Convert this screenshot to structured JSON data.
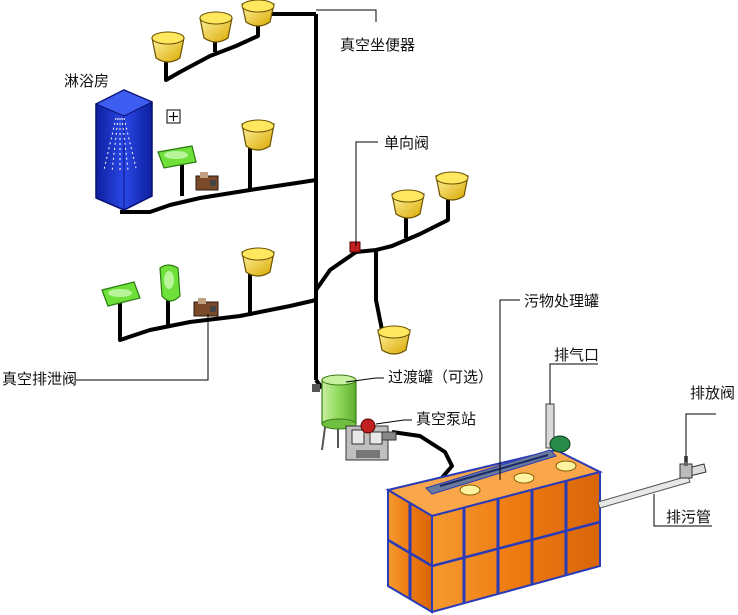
{
  "labels": {
    "vacuum_toilet": "真空坐便器",
    "shower_room": "淋浴房",
    "check_valve": "单向阀",
    "sewage_tank": "污物处理罐",
    "vent": "排气口",
    "discharge_valve": "排放阀",
    "drain_pipe": "排污管",
    "vacuum_drain_valve": "真空排泄阀",
    "transition_tank": "过渡罐（可选）",
    "vacuum_pump_station": "真空泵站"
  },
  "colors": {
    "pipe": "#000000",
    "toilet": "#f3c400",
    "shower": "#1530c8",
    "basin": "#6fe03a",
    "transition_tank": "#9be06a",
    "tank_body": "#f07f10",
    "tank_frame": "#2a3bb8",
    "valve": "#c02020"
  }
}
